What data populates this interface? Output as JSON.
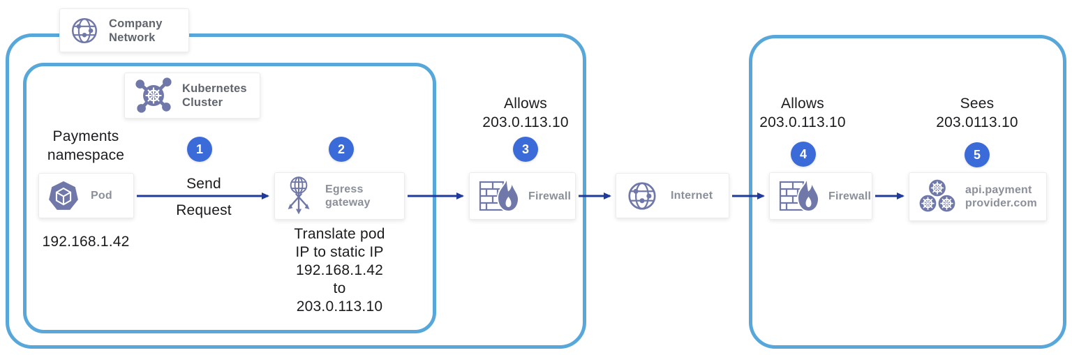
{
  "groups": {
    "company": "Company Network",
    "cluster": "Kubernetes Cluster"
  },
  "nodes": {
    "pod": "Pod",
    "egress": "Egress gateway",
    "firewall_internal": "Firewall",
    "internet": "Internet",
    "firewall_external": "Firewall",
    "api": "api.paymentprovider.com"
  },
  "badges": {
    "step1": "1",
    "step2": "2",
    "step3": "3",
    "step4": "4",
    "step5": "5"
  },
  "annotations": {
    "payments_namespace": {
      "line1": "Payments",
      "line2": "namespace"
    },
    "pod_ip": "192.168.1.42",
    "send_request": {
      "above": "Send",
      "below": "Request"
    },
    "translate": {
      "line1": "Translate pod",
      "line2": "IP to static IP",
      "line3": "192.168.1.42",
      "line4": "to",
      "line5": "203.0.113.10"
    },
    "allows_internal": {
      "line1": "Allows",
      "line2": "203.0.113.10"
    },
    "allows_external": {
      "line1": "Allows",
      "line2": "203.0.113.10"
    },
    "sees": {
      "line1": "Sees",
      "line2": "203.0113.10"
    }
  },
  "icons": {
    "company": "globe-network-icon",
    "cluster": "kubernetes-helm-icon",
    "pod": "pod-heptagon-cube-icon",
    "egress": "globe-egress-arrows-icon",
    "firewall": "brick-wall-flame-icon",
    "internet": "globe-network-icon",
    "api": "kubernetes-nodes-trio-icon"
  },
  "colors": {
    "group_border": "#58A7DB",
    "badge_bg": "#3B6AD9",
    "arrow": "#1E3A9B",
    "icon": "#6F78A8",
    "node_label": "#8A8F99",
    "group_label": "#5F646D",
    "text": "#1A1B1E"
  }
}
